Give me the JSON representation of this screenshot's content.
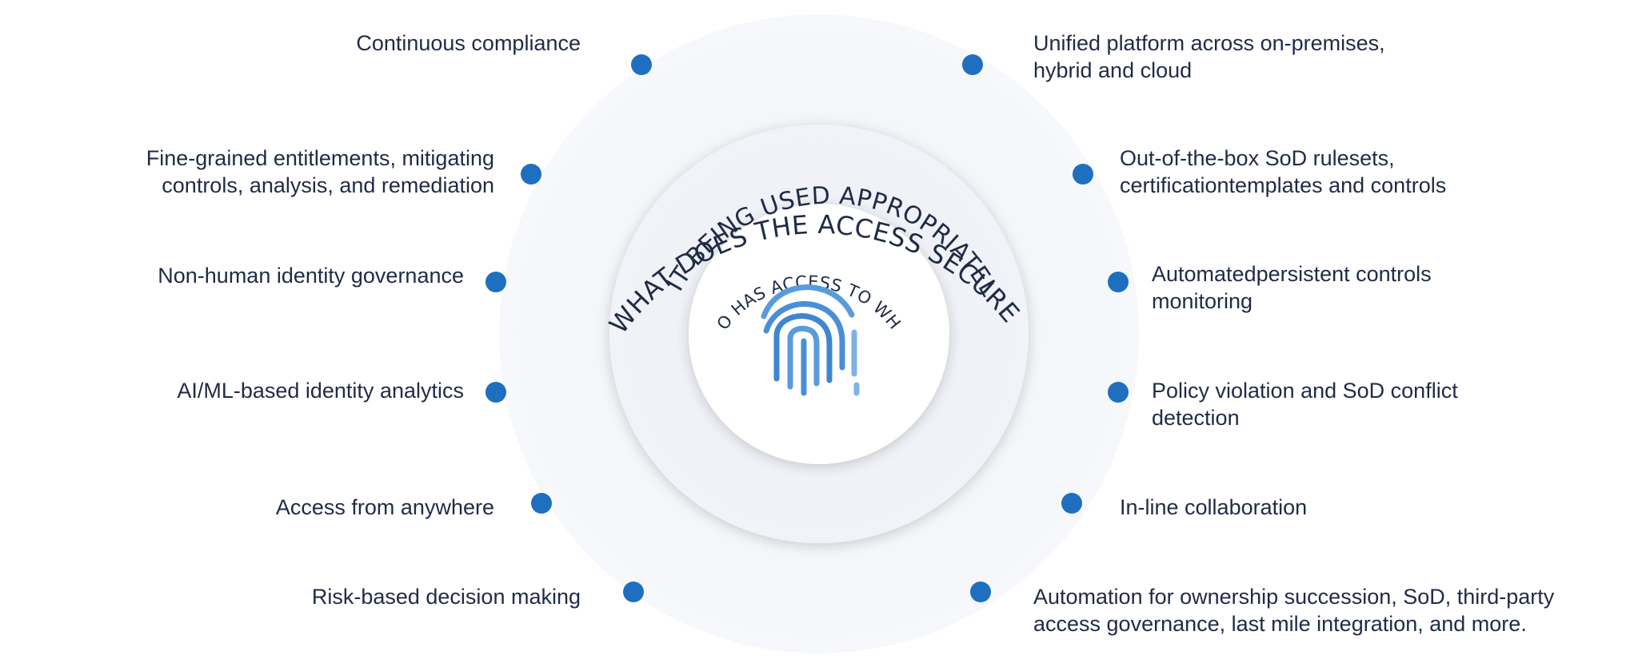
{
  "rings": {
    "outer": "WHAT DOES THE ACCESS SECURE?",
    "middle": "IS IT BEING USED APPROPRIATELY?",
    "inner": "WHO HAS ACCESS TO WHAT?"
  },
  "left_items": [
    {
      "line1": "Continuous compliance",
      "line2": ""
    },
    {
      "line1": "Fine-grained entitlements, mitigating",
      "line2": "controls, analysis, and remediation"
    },
    {
      "line1": "Non-human identity governance",
      "line2": ""
    },
    {
      "line1": "AI/ML-based identity analytics",
      "line2": ""
    },
    {
      "line1": "Access from anywhere",
      "line2": ""
    },
    {
      "line1": "Risk-based decision making",
      "line2": ""
    }
  ],
  "right_items": [
    {
      "line1": "Unified platform across on-premises,",
      "line2": "hybrid and cloud"
    },
    {
      "line1": "Out-of-the-box SoD rulesets,",
      "line2": "certificationtemplates and controls"
    },
    {
      "line1": "Automatedpersistent controls",
      "line2": "monitoring"
    },
    {
      "line1": "Policy violation and SoD conflict",
      "line2": "detection"
    },
    {
      "line1": "In-line collaboration",
      "line2": ""
    },
    {
      "line1": "Automation for ownership succession, SoD, third-party",
      "line2": "access governance, last mile integration, and more."
    }
  ],
  "colors": {
    "text": "#1f2b46",
    "dot": "#1e6fbf",
    "fingerprint": "#4a8fd6"
  },
  "center_icon": "fingerprint-icon"
}
